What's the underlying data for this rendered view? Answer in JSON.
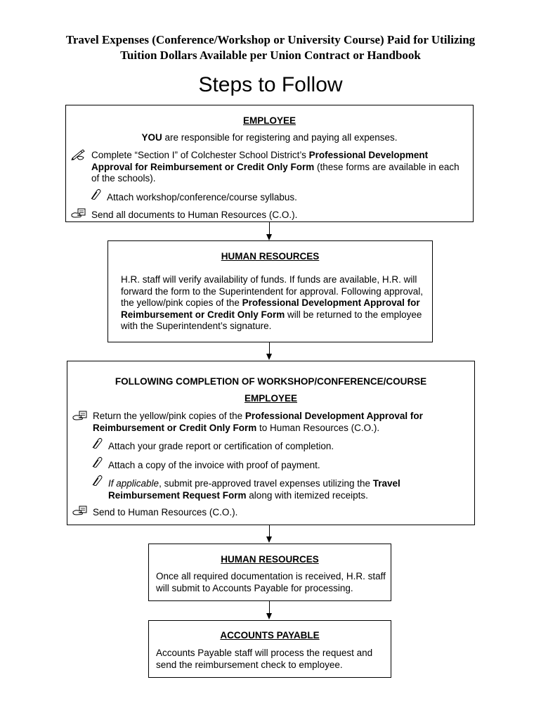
{
  "header": {
    "title_line1": "Travel Expenses (Conference/Workshop or University Course) Paid for Utilizing",
    "title_line2": "Tuition Dollars Available per Union Contract or Handbook",
    "subtitle": "Steps to Follow"
  },
  "box1": {
    "heading": "EMPLOYEE",
    "you": "YOU",
    "intro_rest": " are responsible for registering and paying all expenses.",
    "item1_pre": "Complete “Section I” of Colchester School District’s ",
    "item1_bold": "Professional Development Approval for Reimbursement or Credit Only Form",
    "item1_post": " (these forms are available in each of the schools).",
    "item2": "Attach workshop/conference/course syllabus.",
    "item3": "Send all documents to Human Resources (C.O.)."
  },
  "box2": {
    "heading": "HUMAN RESOURCES",
    "text_pre": "H.R. staff will verify availability of funds.  If funds are available, H.R. will forward the form to the Superintendent for approval.  Following approval, the yellow/pink copies of the ",
    "text_bold": "Professional Development Approval for Reimbursement or Credit Only Form",
    "text_post": " will be returned to the employee with the Superintendent’s signature."
  },
  "box3": {
    "heading_main": "FOLLOWING COMPLETION OF WORKSHOP/CONFERENCE/COURSE",
    "heading_sub": "EMPLOYEE",
    "item1_pre": "Return the yellow/pink copies of the ",
    "item1_bold": "Professional Development Approval for Reimbursement or Credit Only Form",
    "item1_post": " to Human Resources (C.O.).",
    "item2": "Attach your grade report or certification of completion.",
    "item3": "Attach a copy of the invoice with proof of payment.",
    "item4_italic": "If applicable",
    "item4_mid": ", submit pre-approved travel expenses utilizing the ",
    "item4_bold": "Travel Reimbursement Request Form",
    "item4_post": " along with itemized receipts.",
    "item5": "Send to Human Resources (C.O.)."
  },
  "box4": {
    "heading": "HUMAN RESOURCES",
    "text": "Once all required documentation is received, H.R. staff will submit to Accounts Payable for processing."
  },
  "box5": {
    "heading": "ACCOUNTS PAYABLE",
    "text": "Accounts Payable staff will process the request and send the reimbursement check to employee."
  },
  "icons": {
    "writing_hand": "writing-hand-icon",
    "paperclip": "paperclip-icon",
    "mail_hand": "hand-with-paper-icon"
  }
}
